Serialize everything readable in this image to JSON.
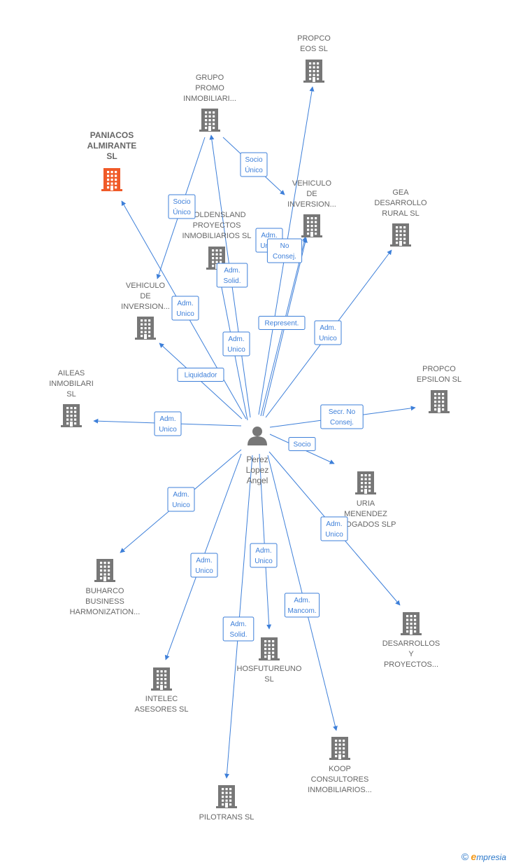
{
  "colors": {
    "edge": "#3d7fd9",
    "node": "#777777",
    "highlight": "#f05a28"
  },
  "person": {
    "lines": [
      "Perez",
      "Lopez",
      "Angel"
    ],
    "icon": "person-icon"
  },
  "companies": [
    {
      "id": "propco_eos",
      "lines": [
        "PROPCO",
        "EOS  SL"
      ],
      "highlight": false
    },
    {
      "id": "grupo_promo",
      "lines": [
        "GRUPO",
        "PROMO",
        "INMOBILIARI..."
      ],
      "highlight": false
    },
    {
      "id": "paniacos",
      "lines": [
        "PANIACOS",
        "ALMIRANTE",
        "SL"
      ],
      "highlight": true
    },
    {
      "id": "vehiculo1",
      "lines": [
        "VEHICULO",
        "DE",
        "INVERSION..."
      ],
      "highlight": false
    },
    {
      "id": "gea",
      "lines": [
        "GEA",
        "DESARROLLO",
        "RURAL SL"
      ],
      "highlight": false
    },
    {
      "id": "goldensland",
      "lines": [
        "GOLDENSLAND",
        "PROYECTOS",
        "INMOBILIARIOS SL"
      ],
      "highlight": false
    },
    {
      "id": "vehiculo2",
      "lines": [
        "VEHICULO",
        "DE",
        "INVERSION..."
      ],
      "highlight": false
    },
    {
      "id": "aileas",
      "lines": [
        "AILEAS",
        "INMOBILARI",
        "SL"
      ],
      "highlight": false
    },
    {
      "id": "propco_epsilon",
      "lines": [
        "PROPCO",
        "EPSILON  SL"
      ],
      "highlight": false
    },
    {
      "id": "uria",
      "lines": [
        "URIA",
        "MENENDEZ",
        "ABOGADOS SLP"
      ],
      "highlight": false
    },
    {
      "id": "buharco",
      "lines": [
        "BUHARCO",
        "BUSINESS",
        "HARMONIZATION..."
      ],
      "highlight": false
    },
    {
      "id": "desarrollos",
      "lines": [
        "DESARROLLOS",
        "Y",
        "PROYECTOS..."
      ],
      "highlight": false
    },
    {
      "id": "hosfutureuno",
      "lines": [
        "HOSFUTUREUNO",
        "SL"
      ],
      "highlight": false
    },
    {
      "id": "intelec",
      "lines": [
        "INTELEC",
        "ASESORES  SL"
      ],
      "highlight": false
    },
    {
      "id": "koop",
      "lines": [
        "KOOP",
        "CONSULTORES",
        "INMOBILIARIOS..."
      ],
      "highlight": false
    },
    {
      "id": "pilotrans",
      "lines": [
        "PILOTRANS SL"
      ],
      "highlight": false
    }
  ],
  "edges": [
    {
      "from": "person",
      "to": "propco_eos",
      "lines": [
        "Adm.",
        "Unico"
      ]
    },
    {
      "from": "grupo_promo",
      "to": "vehiculo1",
      "lines": [
        "Socio",
        "Único"
      ]
    },
    {
      "from": "grupo_promo",
      "to": "vehiculo2",
      "lines": [
        "Socio",
        "Único"
      ]
    },
    {
      "from": "person",
      "to": "grupo_promo",
      "lines": [
        "Adm.",
        "Unico"
      ]
    },
    {
      "from": "person",
      "to": "paniacos",
      "lines": [
        "Adm.",
        "Unico"
      ]
    },
    {
      "from": "person",
      "to": "vehiculo1",
      "lines": [
        "Represent."
      ]
    },
    {
      "from": "person",
      "to": "vehiculo1b",
      "lines": [
        "No",
        "Consej."
      ]
    },
    {
      "from": "person",
      "to": "goldensland",
      "lines": [
        "Adm.",
        "Solid."
      ]
    },
    {
      "from": "person",
      "to": "gea",
      "lines": [
        "Adm.",
        "Unico"
      ]
    },
    {
      "from": "person",
      "to": "vehiculo2",
      "lines": [
        "Liquidador"
      ]
    },
    {
      "from": "person",
      "to": "aileas",
      "lines": [
        "Adm.",
        "Unico"
      ]
    },
    {
      "from": "person",
      "to": "propco_epsilon",
      "lines": [
        "Secr.  No",
        "Consej."
      ]
    },
    {
      "from": "person",
      "to": "uria",
      "lines": [
        "Socio"
      ]
    },
    {
      "from": "person",
      "to": "buharco",
      "lines": [
        "Adm.",
        "Unico"
      ]
    },
    {
      "from": "person",
      "to": "desarrollos",
      "lines": [
        "Adm.",
        "Unico"
      ]
    },
    {
      "from": "person",
      "to": "hosfutureuno",
      "lines": [
        "Adm.",
        "Unico"
      ]
    },
    {
      "from": "person",
      "to": "intelec",
      "lines": [
        "Adm.",
        "Unico"
      ]
    },
    {
      "from": "person",
      "to": "koop",
      "lines": [
        "Adm.",
        "Mancom."
      ]
    },
    {
      "from": "person",
      "to": "pilotrans",
      "lines": [
        "Adm.",
        "Solid."
      ]
    }
  ],
  "footer": {
    "copyright": "©",
    "brand_initial": "e",
    "brand_rest": "mpresia"
  }
}
